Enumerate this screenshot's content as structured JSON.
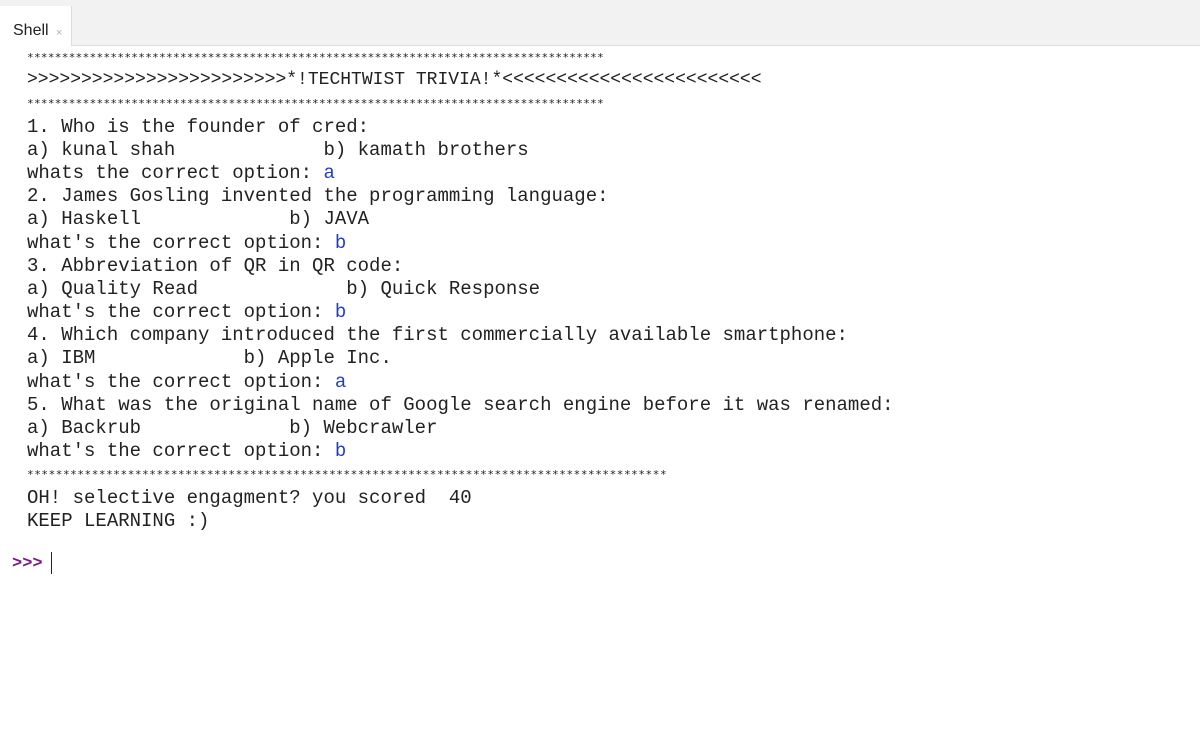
{
  "tab": {
    "title": "Shell",
    "close_icon": "×"
  },
  "banner": {
    "stars_top": "***********************************************************************************",
    "title": ">>>>>>>>>>>>>>>>>>>>>>>>*!TECHTWIST TRIVIA!*<<<<<<<<<<<<<<<<<<<<<<<<",
    "stars_bottom": "***********************************************************************************"
  },
  "questions": [
    {
      "question": "1. Who is the founder of cred:",
      "options": "a) kunal shah             b) kamath brothers",
      "prompt": "whats the correct option: ",
      "answer": "a"
    },
    {
      "question": "2. James Gosling invented the programming language:",
      "options": "a) Haskell             b) JAVA",
      "prompt": "what's the correct option: ",
      "answer": "b"
    },
    {
      "question": "3. Abbreviation of QR in QR code:",
      "options": "a) Quality Read             b) Quick Response",
      "prompt": "what's the correct option: ",
      "answer": "b"
    },
    {
      "question": "4. Which company introduced the first commercially available smartphone:",
      "options": "a) IBM             b) Apple Inc.",
      "prompt": "what's the correct option: ",
      "answer": "a"
    },
    {
      "question": "5. What was the original name of Google search engine before it was renamed:",
      "options": "a) Backrub             b) Webcrawler",
      "prompt": "what's the correct option: ",
      "answer": "b"
    }
  ],
  "footer": {
    "stars": "*****************************************************************************************",
    "result": "OH! selective engagment? you scored  40",
    "message": "KEEP LEARNING :)"
  },
  "console": {
    "prompt": ">>>"
  }
}
